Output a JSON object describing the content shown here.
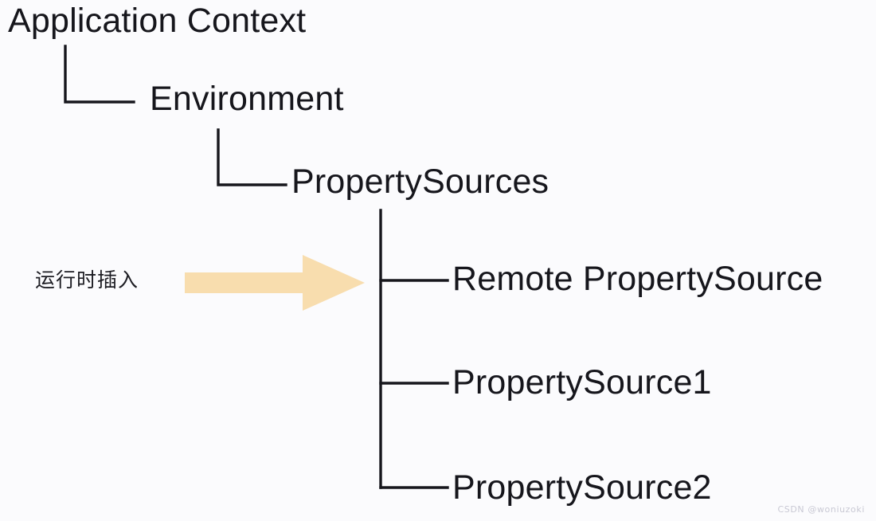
{
  "diagram": {
    "type": "tree",
    "background_color": "#fbfbfd",
    "line_color": "#16161c",
    "text_color": "#16161c",
    "accent_color": "#f8ddae",
    "nodes": {
      "root": "Application Context",
      "environment": "Environment",
      "property_sources": "PropertySources",
      "children": [
        "Remote PropertySource",
        "PropertySource1",
        "PropertySource2"
      ]
    },
    "annotation": {
      "text": "运行时插入",
      "arrow_icon": "right-arrow-icon",
      "arrow_color": "#f8ddae",
      "points_to": "Remote PropertySource"
    },
    "watermark": "CSDN @woniuzoki"
  }
}
